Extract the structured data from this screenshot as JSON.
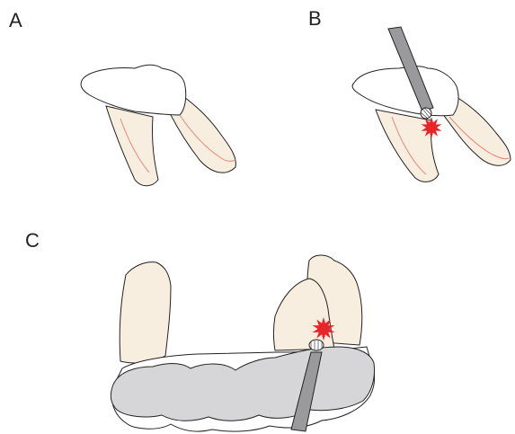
{
  "panels": {
    "a": {
      "label": "A"
    },
    "b": {
      "label": "B"
    },
    "c": {
      "label": "C"
    }
  },
  "colors": {
    "root_fill": "#f8eedf",
    "crown_fill": "#ffffff",
    "canal_line": "#e8847a",
    "outline": "#222222",
    "gum_fill": "#d6d6d8",
    "instrument_fill": "#9a9a9c",
    "perforation_mark": "#e8262a"
  },
  "icons": {
    "perforation": "red-starburst-icon",
    "bur": "round-bur-icon"
  }
}
